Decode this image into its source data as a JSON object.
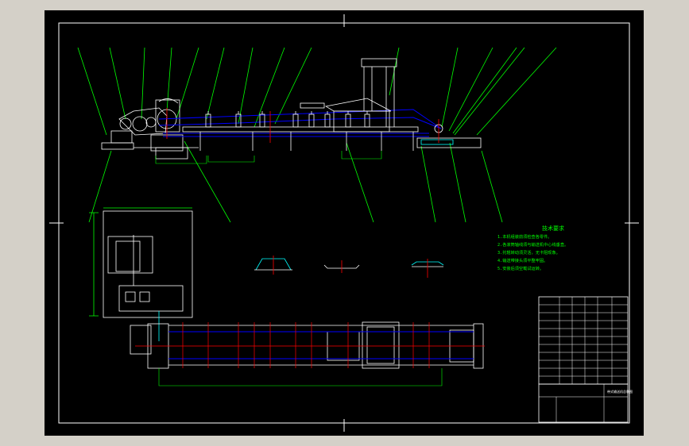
{
  "colors": {
    "canvas": "#000000",
    "frame": "#ffffff",
    "leader": "#00ff00",
    "belt": "#0000ff",
    "centerline": "#ff0000",
    "dim": "#00ffff",
    "outer_bg": "#d4d0c8"
  },
  "notes": {
    "title": "技术要求",
    "lines": [
      "1.本机组装前须检查各零件。",
      "2.各滚筒轴线须与输送机中心线垂直。",
      "3.托辊转动须灵活，无卡阻现象。",
      "4.输送带接头须平整牢固。",
      "5.安装后须空载试运转。"
    ]
  },
  "title_block": {
    "title": "带式输送机总装图"
  },
  "icons": {
    "frame_ticks": "border-tick",
    "leader": "leader-line"
  }
}
